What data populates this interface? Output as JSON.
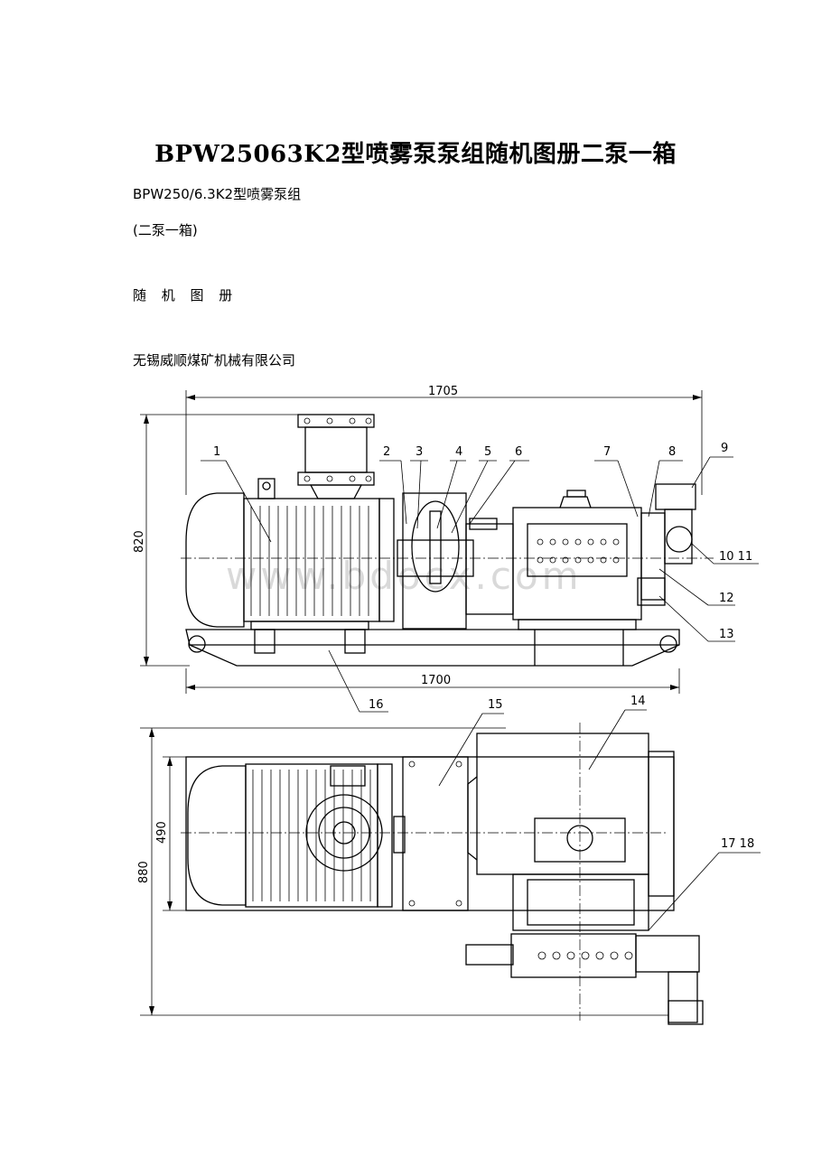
{
  "document": {
    "title": "BPW25063K2型喷雾泵泵组随机图册二泵一箱",
    "lines": [
      "BPW250/6.3K2型喷雾泵组",
      "(二泵一箱)",
      "随 机 图 册",
      "无锡威顺煤矿机械有限公司"
    ]
  },
  "drawing": {
    "watermark": "www.bdocx.com",
    "side_view": {
      "dim_top": "1705",
      "dim_bottom": "1700",
      "dim_left": "820",
      "callouts": [
        "1",
        "2",
        "3",
        "4",
        "5",
        "6",
        "7",
        "8",
        "9",
        "10 11",
        "12",
        "13",
        "16"
      ]
    },
    "top_view": {
      "dim_outer": "880",
      "dim_inner": "490",
      "callouts": [
        "15",
        "14",
        "17 18"
      ]
    }
  }
}
